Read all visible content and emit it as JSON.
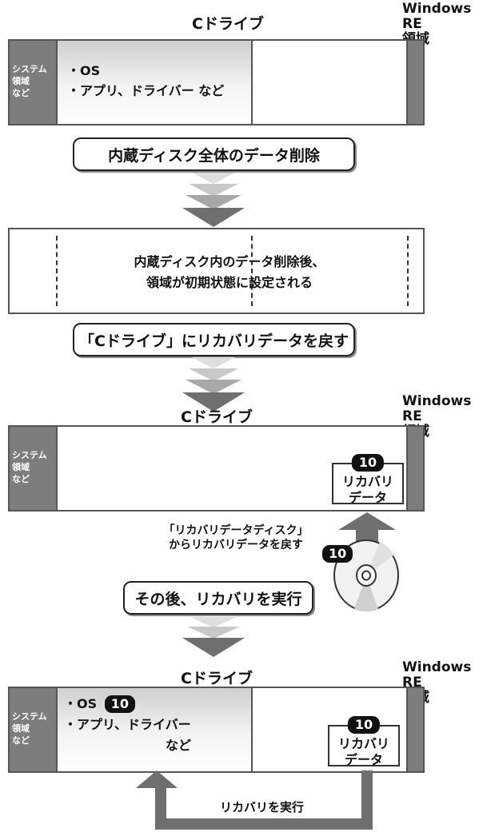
{
  "section1": {
    "c_drive_title": "Cドライブ",
    "winre_label_line1": "Windows RE",
    "winre_label_line2": "領域",
    "system_area_line1": "システム",
    "system_area_line2": "領域",
    "system_area_line3": "など",
    "items": [
      "・OS",
      "・アプリ、ドライバー など"
    ]
  },
  "step1": {
    "label": "内蔵ディスク全体のデータ削除"
  },
  "section2": {
    "message_line1": "内蔵ディスク内のデータ削除後、",
    "message_line2": "領域が初期状態に設定される"
  },
  "step2": {
    "label": "「Cドライブ」にリカバリデータを戻す"
  },
  "section3": {
    "c_drive_title": "Cドライブ",
    "winre_label_line1": "Windows RE",
    "winre_label_line2": "領域",
    "system_area_line1": "システム",
    "system_area_line2": "領域",
    "system_area_line3": "など",
    "recovery_badge": "10",
    "recovery_line1": "リカバリ",
    "recovery_line2": "データ",
    "disk_caption_line1": "「リカバリデータディスク」",
    "disk_caption_line2": "からリカバリデータを戻す",
    "disk_badge": "10"
  },
  "step3": {
    "label": "その後、リカバリを実行"
  },
  "section4": {
    "c_drive_title": "Cドライブ",
    "winre_label_line1": "Windows RE",
    "winre_label_line2": "領域",
    "system_area_line1": "システム",
    "system_area_line2": "領域",
    "system_area_line3": "など",
    "os_item": "・OS",
    "os_badge": "10",
    "apps_item": "・アプリ、ドライバー",
    "apps_item_suffix": "など",
    "recovery_badge": "10",
    "recovery_line1": "リカバリ",
    "recovery_line2": "データ",
    "run_label": "リカバリを実行"
  },
  "colors": {
    "system_area": "#7d7d7d",
    "arrow_gray": "#6f6f6f",
    "arrow_light": "#c8c8c8"
  }
}
